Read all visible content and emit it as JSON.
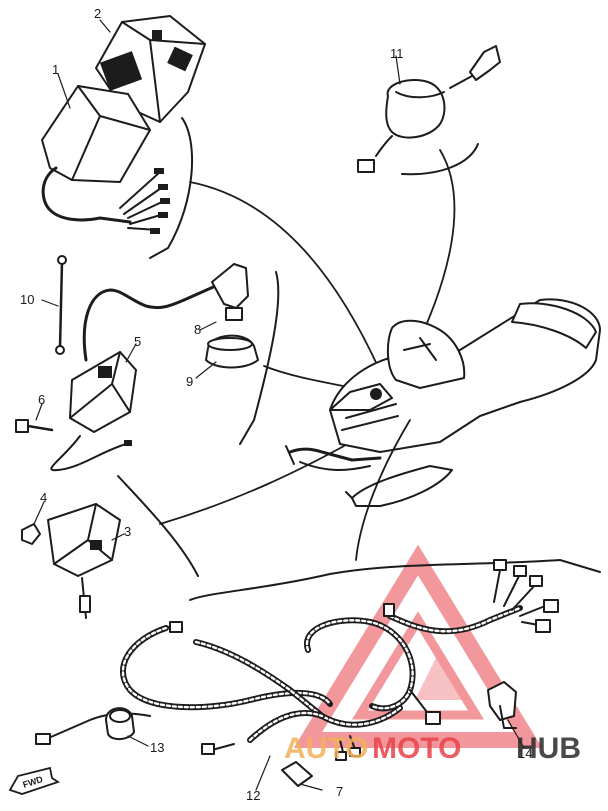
{
  "part_numbers": {
    "p1": "1",
    "p2": "2",
    "p3": "3",
    "p4": "4",
    "p5": "5",
    "p6": "6",
    "p7": "7",
    "p8": "8",
    "p9": "9",
    "p10": "10",
    "p11": "11",
    "p12": "12",
    "p13": "13",
    "p14": "14"
  },
  "fwd_label": "FWD",
  "watermark": {
    "word_auto": "AUTO",
    "word_moto": "MOTO",
    "word_hub": "HUB",
    "colors": {
      "auto": "#f2b15a",
      "moto": "#e8434a",
      "hub": "#2a2a2a",
      "triangle": "#e8434a"
    }
  }
}
